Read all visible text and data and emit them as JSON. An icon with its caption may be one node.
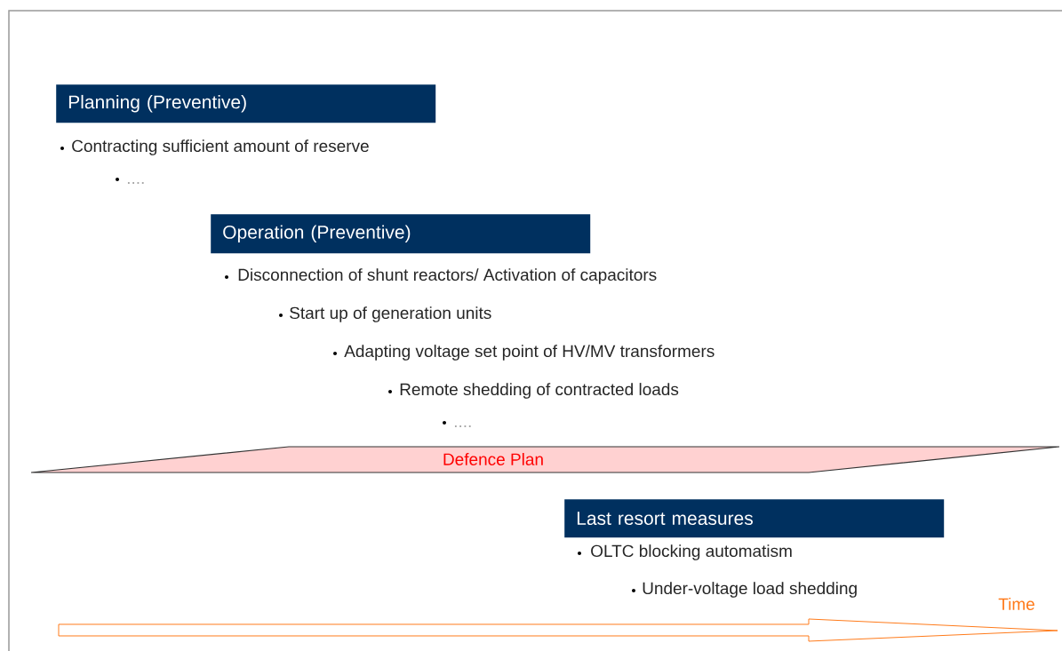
{
  "diagram": {
    "nodes": [
      {
        "text": [
          "Planning   (Preventive)"
        ]
      },
      {
        "text": [
          "Operation (Preventive)"
        ]
      },
      {
        "text": [
          "Defence Plan"
        ]
      },
      {
        "text": [
          "Last resort measures"
        ]
      }
    ],
    "labels": [
      "Contracting sufficient amount of reserve",
      "....",
      "Disconnection of shunt reactors/ Activation of capacitors",
      "Start up of generation units",
      "Adapting voltage set point of HV/MV transformers",
      "Remote shedding of contracted loads",
      "....",
      "OLTC blocking automatism",
      "Under-voltage load shedding",
      "Time"
    ]
  }
}
